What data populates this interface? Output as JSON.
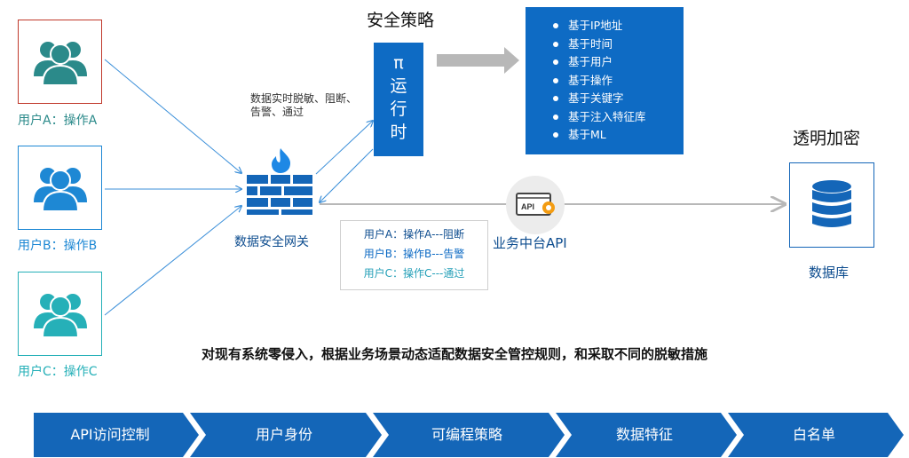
{
  "users": [
    {
      "label": "用户A：操作A",
      "color": "#2b8a8a",
      "border": "#c0392b"
    },
    {
      "label": "用户B：操作B",
      "color": "#1e88d4",
      "border": "#1e88d4"
    },
    {
      "label": "用户C：操作C",
      "color": "#26b0b8",
      "border": "#26b0b8"
    }
  ],
  "gateway": {
    "label": "数据安全网关",
    "note_line1": "数据实时脱敏、阻断、",
    "note_line2": "告警、通过"
  },
  "policy": {
    "title": "安全策略",
    "runtime_line1": "π",
    "runtime_line2": "运",
    "runtime_line3": "行",
    "runtime_line4": "时",
    "items": [
      "基于IP地址",
      "基于时间",
      "基于用户",
      "基于操作",
      "基于关键字",
      "基于注入特征库",
      "基于ML"
    ]
  },
  "rules": [
    {
      "text": "用户A：操作A---阻断"
    },
    {
      "text": "用户B：操作B---告警"
    },
    {
      "text": "用户C：操作C---通过"
    }
  ],
  "api": {
    "badge": "API",
    "label": "业务中台API"
  },
  "database": {
    "title": "透明加密",
    "label": "数据库"
  },
  "headline": "对现有系统零侵入，根据业务场景动态适配数据安全管控规则，和采取不同的脱敏措施",
  "bottom_bar": [
    "API访问控制",
    "用户身份",
    "可编程策略",
    "数据特征",
    "白名单"
  ],
  "colors": {
    "primary": "#0e6bc4",
    "chevron": "#1466b8",
    "arrow_gray": "#b8b8b8",
    "line_blue": "#3b8fd9",
    "fire": "#1e88e5"
  }
}
